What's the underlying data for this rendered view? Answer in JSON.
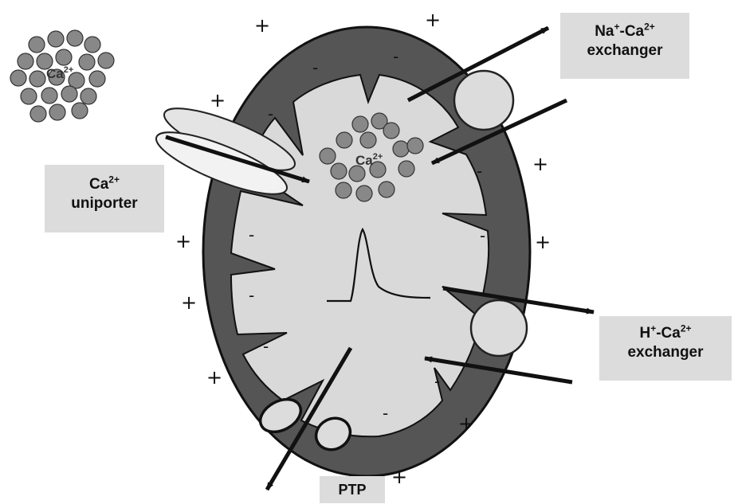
{
  "ion": {
    "base": "Ca",
    "charge": "2+"
  },
  "na_exchanger": {
    "ion1": "Na",
    "charge1": "+",
    "separator": "-",
    "ion2": "Ca",
    "charge2": "2+",
    "word": "exchanger"
  },
  "uniporter": {
    "ion": "Ca",
    "charge": "2+",
    "word": "uniporter"
  },
  "h_exchanger": {
    "ion1": "H",
    "charge1": "+",
    "separator": "-",
    "ion2": "Ca",
    "charge2": "2+",
    "word": "exchanger"
  },
  "ptp": {
    "label": "PTP"
  },
  "signs": {
    "plus": "+",
    "minus": "-"
  },
  "colors": {
    "outer_membrane": "#555555",
    "matrix": "#d9d9d9",
    "ion_particle": "#888888",
    "arrow": "#111111",
    "label_bg": "#dcdcdc"
  }
}
